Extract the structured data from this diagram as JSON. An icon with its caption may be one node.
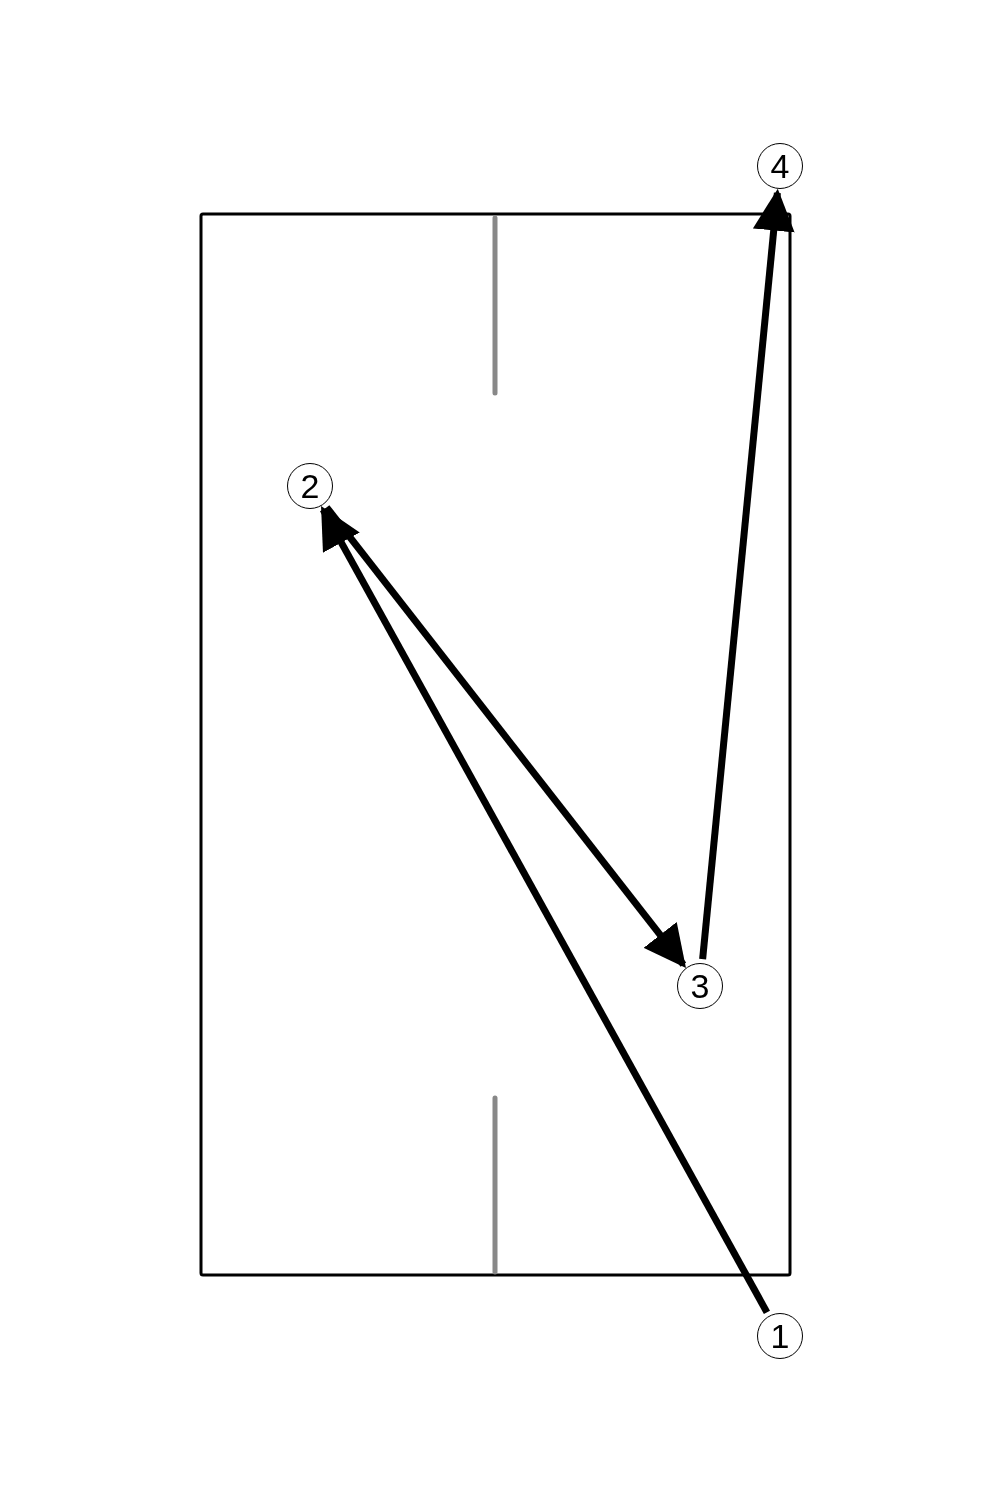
{
  "diagram": {
    "nodes": [
      {
        "text": [
          "1"
        ]
      },
      {
        "text": [
          "2"
        ]
      },
      {
        "text": [
          "3"
        ]
      },
      {
        "text": [
          "4"
        ]
      }
    ],
    "edges": [
      {
        "from": 0,
        "to": 1,
        "arrow": "to"
      },
      {
        "from": 1,
        "to": 2,
        "arrow": "to"
      },
      {
        "from": 2,
        "to": 3,
        "arrow": "to"
      }
    ]
  }
}
